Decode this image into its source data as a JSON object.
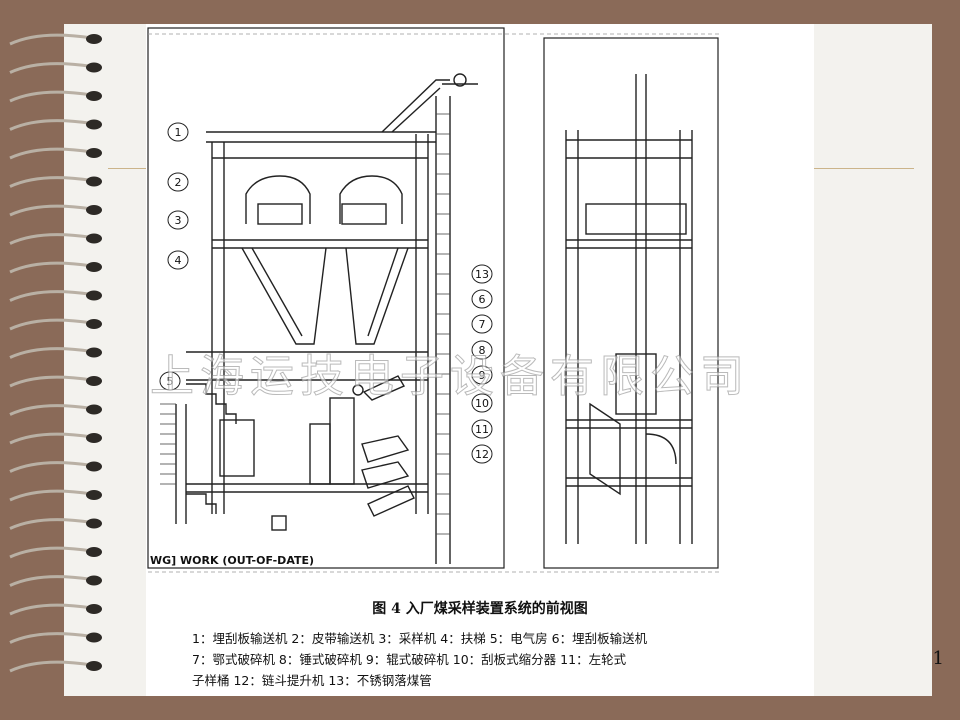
{
  "slide": {
    "number": "1",
    "colors": {
      "background": "#8a6a58",
      "page": "#f3f2ee",
      "rule": "#cbb48a"
    }
  },
  "document": {
    "title_block": "WG] WORK (OUT-OF-DATE)",
    "caption": "图 4 入厂煤采样装置系统的前视图",
    "legend_lines": [
      "1：埋刮板输送机  2：皮带输送机  3：采样机  4：扶梯  5：电气房  6：埋刮板输送机",
      "7：鄂式破碎机    8：锤式破碎机  9：辊式破碎机  10：刮板式缩分器  11：左轮式",
      "子样桶  12：链斗提升机  13：不锈钢落煤管"
    ],
    "watermark": "上海运技电子设备有限公司",
    "callouts": [
      "1",
      "2",
      "3",
      "4",
      "5",
      "13",
      "6",
      "7",
      "8",
      "9",
      "10",
      "11",
      "12"
    ]
  }
}
